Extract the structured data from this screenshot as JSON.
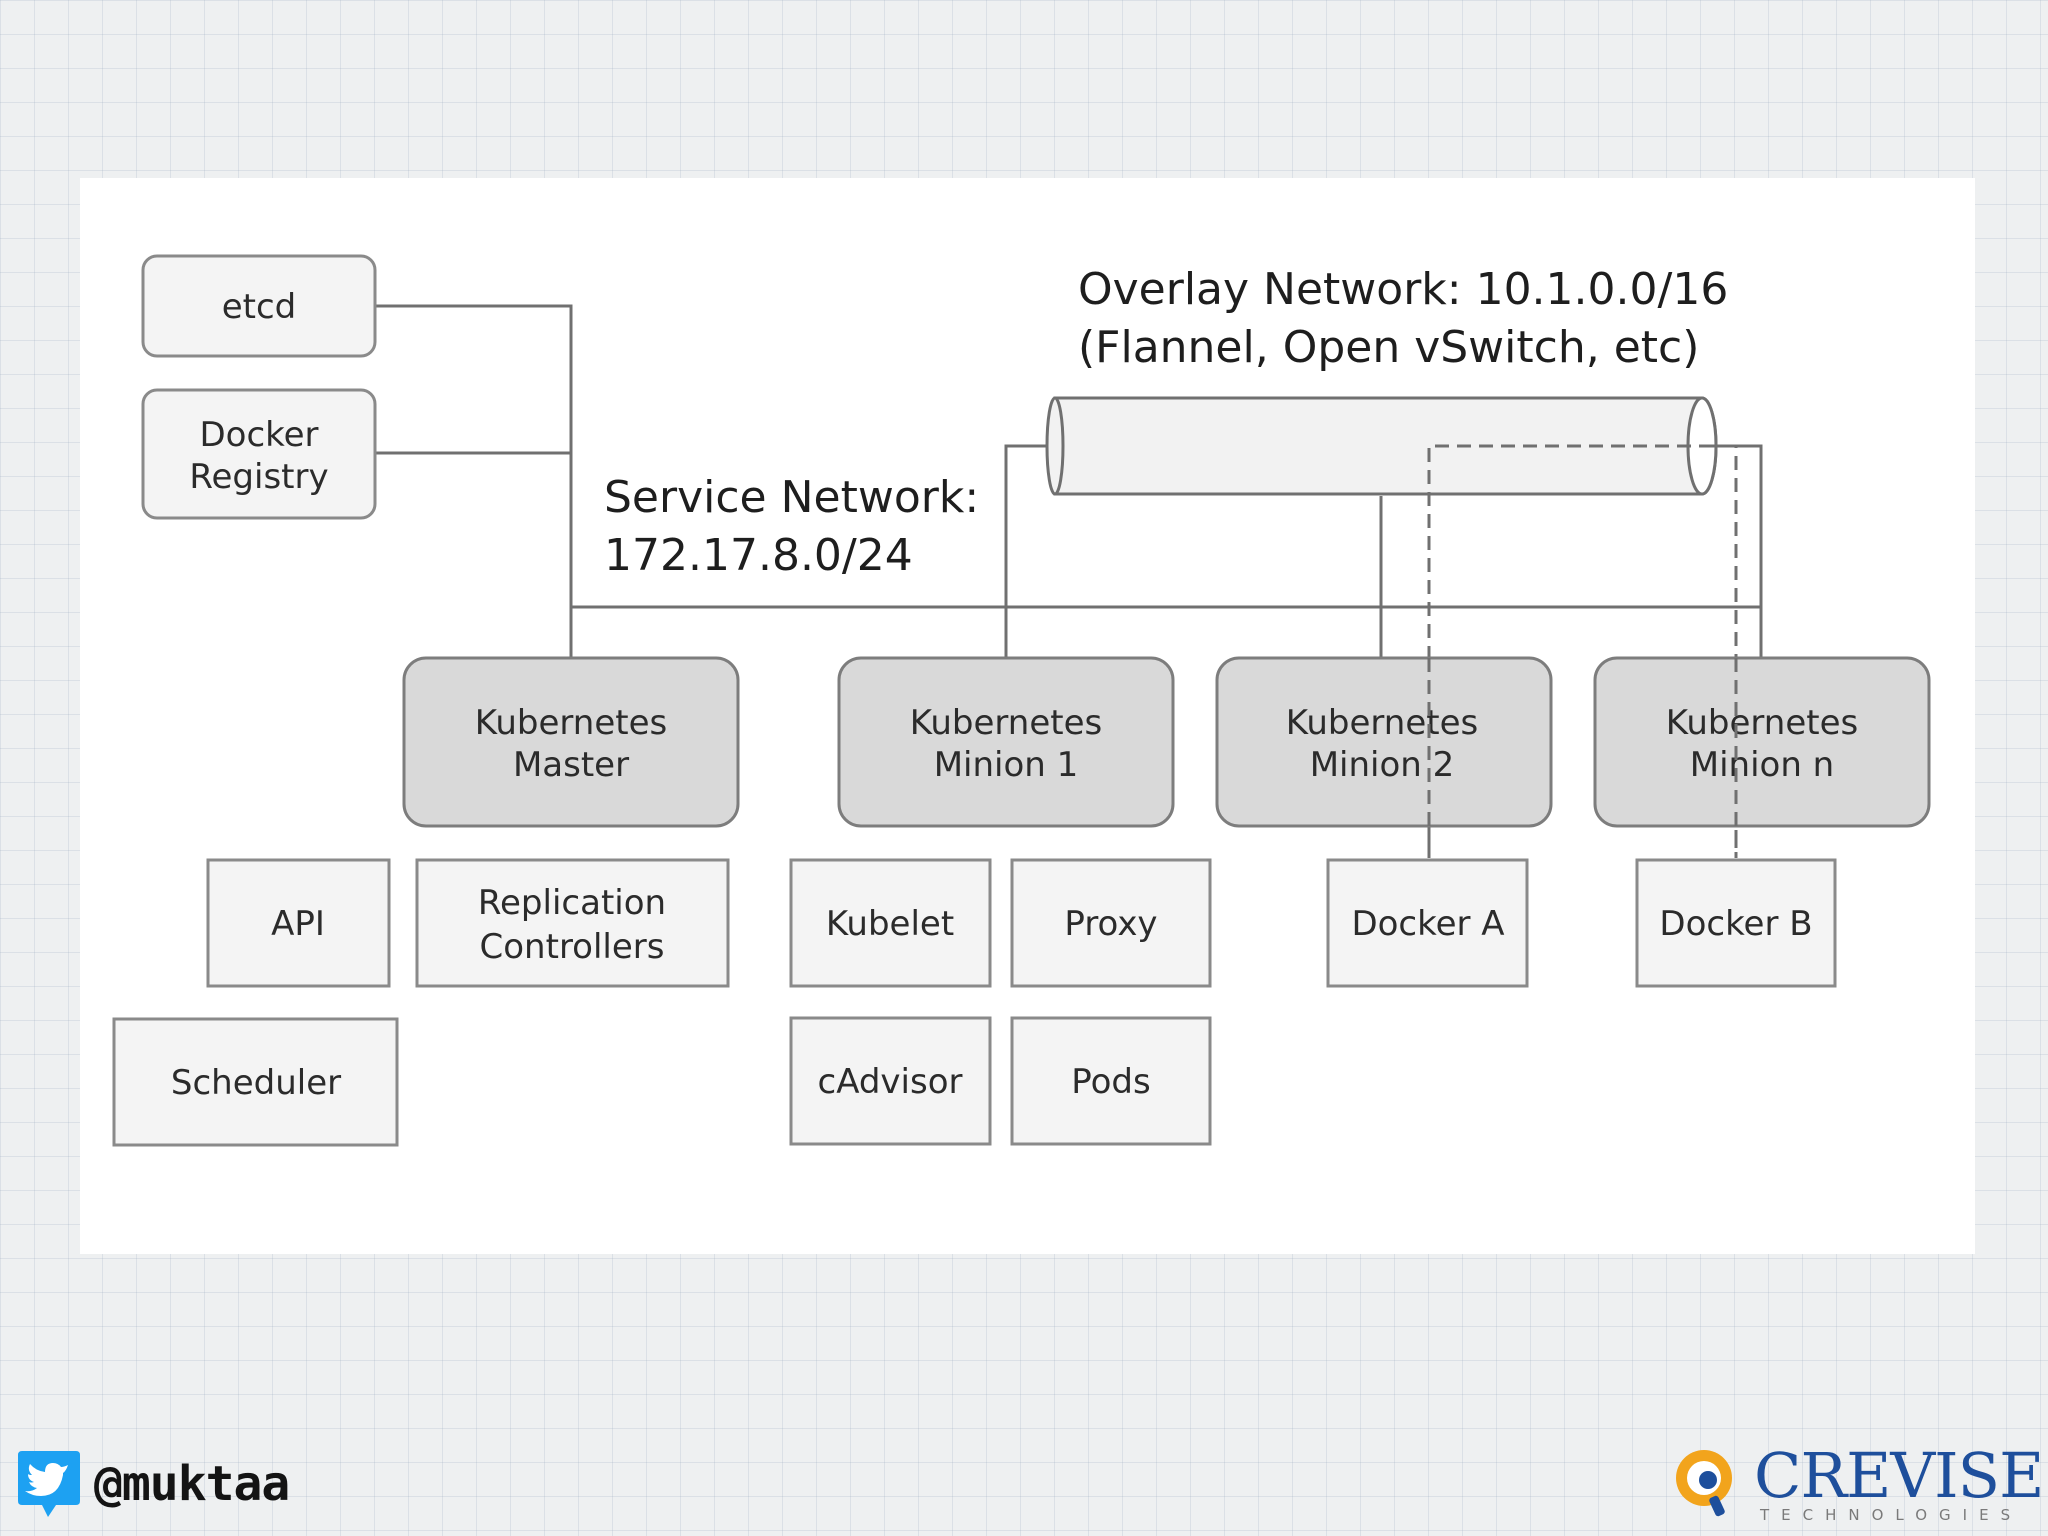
{
  "diagram": {
    "overlay_title": [
      "Overlay Network: 10.1.0.0/16",
      "(Flannel, Open vSwitch, etc)"
    ],
    "service_title": [
      "Service Network:",
      "172.17.8.0/24"
    ],
    "etcd": "etcd",
    "docker_registry": [
      "Docker",
      "Registry"
    ],
    "nodes": {
      "master": [
        "Kubernetes",
        "Master"
      ],
      "minion1": [
        "Kubernetes",
        "Minion 1"
      ],
      "minion2": [
        "Kubernetes",
        "Minion 2"
      ],
      "minionn": [
        "Kubernetes",
        "Minion n"
      ]
    },
    "components": {
      "api": "API",
      "replication": [
        "Replication",
        "Controllers"
      ],
      "scheduler": "Scheduler",
      "kubelet": "Kubelet",
      "proxy": "Proxy",
      "cadvisor": "cAdvisor",
      "pods": "Pods",
      "docker_a": "Docker A",
      "docker_b": "Docker B"
    }
  },
  "footer": {
    "twitter_handle": "@muktaa",
    "brand_name": "CREVISE",
    "brand_sub": "TECHNOLOGIES"
  },
  "colors": {
    "node_fill": "#d9d9d9",
    "box_stroke": "#8a8a8a",
    "line": "#707070",
    "twitter_blue": "#1da1f2",
    "brand_blue": "#1e4f9c",
    "brand_orange": "#f2a41c"
  }
}
